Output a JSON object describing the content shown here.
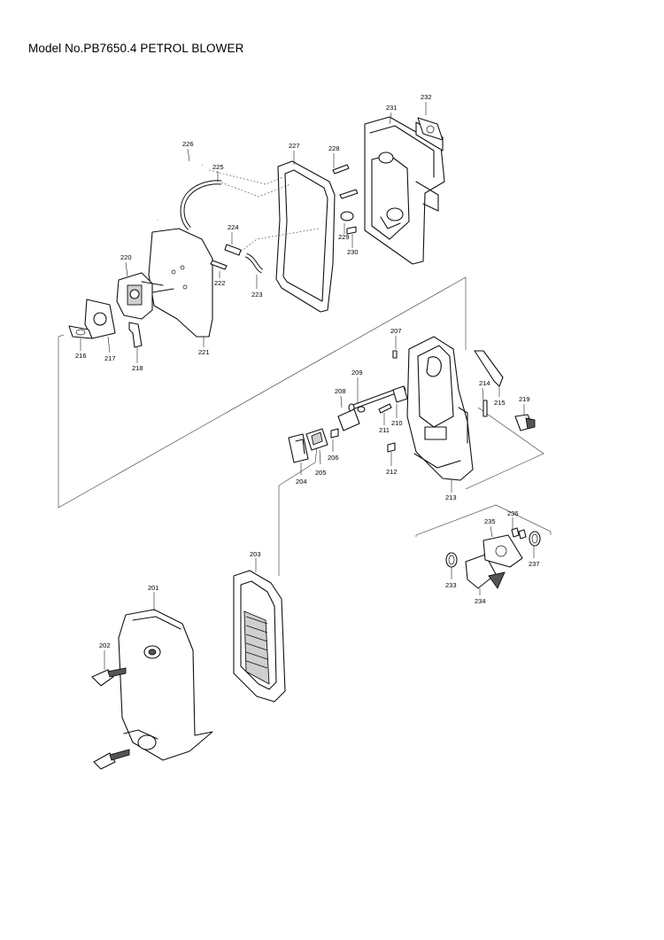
{
  "header": {
    "title": "Model No.PB7650.4 PETROL BLOWER"
  },
  "parts": {
    "p201": "201",
    "p202": "202",
    "p203": "203",
    "p204": "204",
    "p205": "205",
    "p206": "206",
    "p207": "207",
    "p208": "208",
    "p209": "209",
    "p210": "210",
    "p211": "211",
    "p212": "212",
    "p213": "213",
    "p214": "214",
    "p215": "215",
    "p216": "216",
    "p217": "217",
    "p218": "218",
    "p219": "219",
    "p220": "220",
    "p221": "221",
    "p222": "222",
    "p223": "223",
    "p224": "224",
    "p225": "225",
    "p226": "226",
    "p227": "227",
    "p228": "228",
    "p229": "229",
    "p230": "230",
    "p231": "231",
    "p232": "232",
    "p233": "233",
    "p234": "234",
    "p235": "235",
    "p236": "236",
    "p237": "237"
  }
}
